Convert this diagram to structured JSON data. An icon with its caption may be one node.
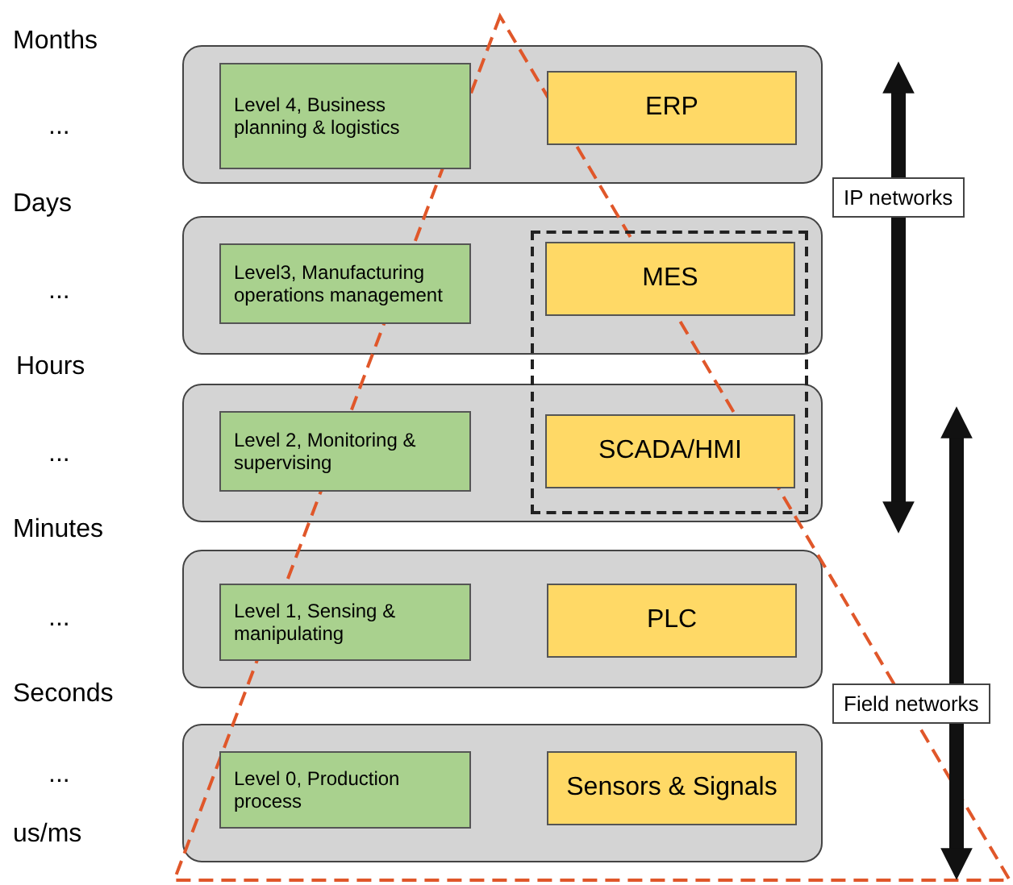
{
  "diagram": {
    "nodes": [
      {
        "text": [],
        "shape": "box"
      },
      {
        "text": [
          "Level 4, Business planning & logistics"
        ],
        "in": 0
      },
      {
        "text": [
          "ERP"
        ],
        "in": 0
      },
      {
        "text": [],
        "shape": "box"
      },
      {
        "text": [
          "Level3, Manufacturing operations management"
        ],
        "in": 3
      },
      {
        "text": [
          "MES"
        ]
      },
      {
        "text": [],
        "shape": "box"
      },
      {
        "text": [],
        "shape": "box"
      },
      {
        "text": [
          "Level 2, Monitoring & supervising"
        ],
        "in": 7
      },
      {
        "text": [
          "SCADA/HMI"
        ]
      },
      {
        "text": [],
        "shape": "box"
      },
      {
        "text": [
          "Level 1, Sensing & manipulating"
        ],
        "in": 10
      },
      {
        "text": [
          "PLC"
        ],
        "in": 10
      },
      {
        "text": [],
        "shape": "box"
      },
      {
        "text": [
          "Level 0, Production process"
        ],
        "in": 13
      },
      {
        "text": [
          "Sensors & Signals"
        ],
        "in": 13
      }
    ],
    "edges": [],
    "labels": [
      "Months",
      "...",
      "Days",
      "...",
      "Hours",
      "...",
      "Minutes",
      "...",
      "Seconds",
      "...",
      "us/ms",
      "IP networks",
      "Field networks"
    ]
  }
}
